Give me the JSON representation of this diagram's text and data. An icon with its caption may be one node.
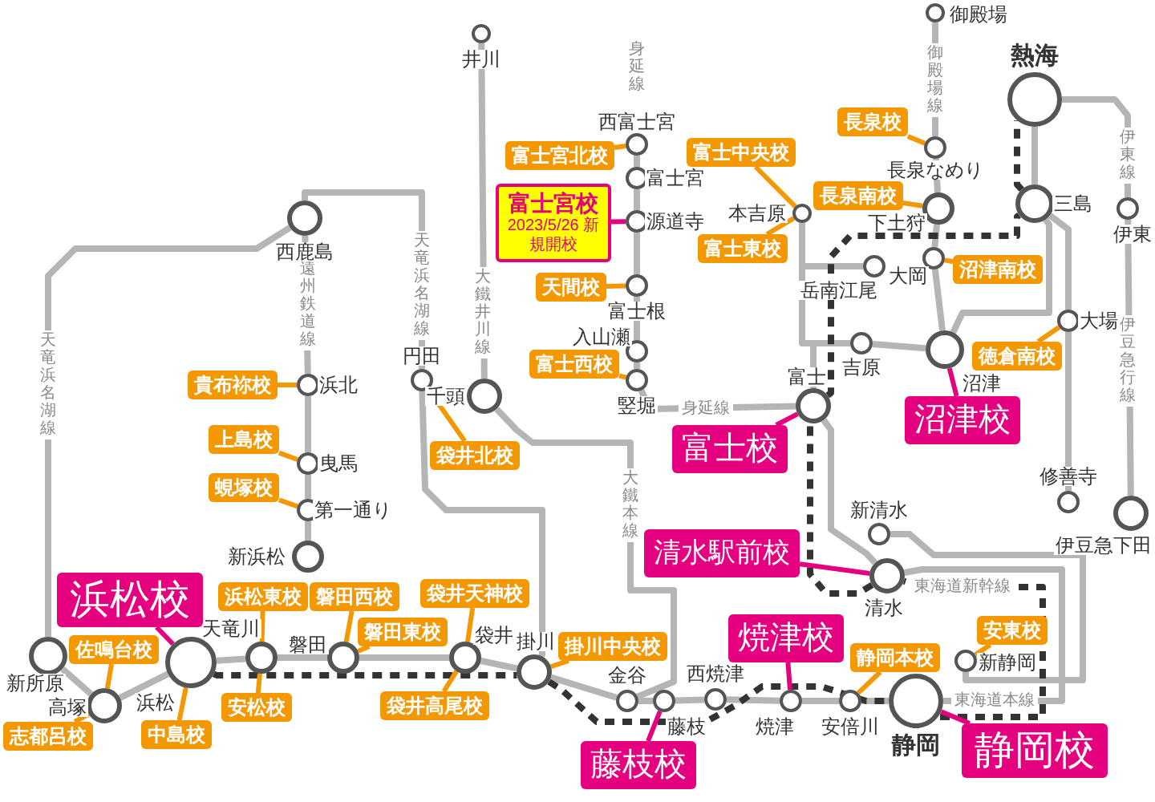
{
  "diagram": {
    "nodes": [
      {
        "text": [],
        "shape": "circle",
        "beside": [
          "井川"
        ]
      },
      {
        "text": [],
        "shape": "circle",
        "beside": [
          "西富士宮"
        ]
      },
      {
        "text": [],
        "shape": "circle",
        "beside": [
          "富士宮"
        ]
      },
      {
        "text": [],
        "shape": "circle",
        "beside": [
          "源道寺"
        ]
      },
      {
        "text": [],
        "shape": "circle",
        "beside": [
          "富士根"
        ]
      },
      {
        "text": [],
        "shape": "circle",
        "beside": [
          "入山瀬"
        ]
      },
      {
        "text": [],
        "shape": "circle",
        "beside": [
          "竪堀"
        ]
      },
      {
        "text": [],
        "shape": "circle",
        "beside": [
          "御殿場"
        ]
      },
      {
        "text": [],
        "shape": "circle",
        "beside": [
          "熱海"
        ]
      },
      {
        "text": [],
        "shape": "circle",
        "beside": [
          "長泉なめり"
        ]
      },
      {
        "text": [],
        "shape": "circle",
        "beside": [
          "本吉原"
        ]
      },
      {
        "text": [],
        "shape": "circle",
        "beside": [
          "下土狩"
        ]
      },
      {
        "text": [],
        "shape": "circle",
        "beside": [
          "三島"
        ]
      },
      {
        "text": [],
        "shape": "circle",
        "beside": [
          "伊東"
        ]
      },
      {
        "text": [],
        "shape": "circle",
        "beside": [
          "大岡"
        ]
      },
      {
        "text": [],
        "shape": "circle",
        "beside": [
          "岳南江尾"
        ]
      },
      {
        "text": [],
        "shape": "circle",
        "beside": [
          "西鹿島"
        ]
      },
      {
        "text": [],
        "shape": "circle",
        "beside": [
          "大場"
        ]
      },
      {
        "text": [],
        "shape": "circle",
        "beside": [
          "吉原"
        ]
      },
      {
        "text": [],
        "shape": "circle",
        "beside": [
          "沼津"
        ]
      },
      {
        "text": [],
        "shape": "circle",
        "beside": [
          "円田"
        ]
      },
      {
        "text": [],
        "shape": "circle",
        "beside": [
          "浜北"
        ]
      },
      {
        "text": [],
        "shape": "circle",
        "beside": [
          "千頭"
        ]
      },
      {
        "text": [],
        "shape": "circle",
        "beside": [
          "富士"
        ]
      },
      {
        "text": [],
        "shape": "circle",
        "beside": [
          "曳馬"
        ]
      },
      {
        "text": [],
        "shape": "circle",
        "beside": [
          "第一通り"
        ]
      },
      {
        "text": [],
        "shape": "circle",
        "beside": [
          "修善寺"
        ]
      },
      {
        "text": [],
        "shape": "circle",
        "beside": [
          "伊豆急下田"
        ]
      },
      {
        "text": [],
        "shape": "circle",
        "beside": [
          "新清水"
        ]
      },
      {
        "text": [],
        "shape": "circle",
        "beside": [
          "新浜松"
        ]
      },
      {
        "text": [],
        "shape": "circle",
        "beside": [
          "清水"
        ]
      },
      {
        "text": [],
        "shape": "circle",
        "beside": [
          "新所原"
        ]
      },
      {
        "text": [],
        "shape": "circle",
        "beside": [
          "天竜川"
        ]
      },
      {
        "text": [],
        "shape": "circle",
        "beside": [
          "磐田"
        ]
      },
      {
        "text": [],
        "shape": "circle",
        "beside": [
          "袋井"
        ]
      },
      {
        "text": [],
        "shape": "circle",
        "beside": [
          "浜松"
        ]
      },
      {
        "text": [],
        "shape": "circle",
        "beside": [
          "新静岡"
        ]
      },
      {
        "text": [],
        "shape": "circle",
        "beside": [
          "掛川"
        ]
      },
      {
        "text": [],
        "shape": "circle",
        "beside": [
          "金谷"
        ]
      },
      {
        "text": [],
        "shape": "circle",
        "beside": [
          "藤枝"
        ]
      },
      {
        "text": [],
        "shape": "circle",
        "beside": [
          "西焼津"
        ]
      },
      {
        "text": [],
        "shape": "circle",
        "beside": [
          "焼津"
        ]
      },
      {
        "text": [],
        "shape": "circle",
        "beside": [
          "安倍川"
        ]
      },
      {
        "text": [],
        "shape": "circle",
        "beside": [
          "静岡"
        ]
      },
      {
        "text": [],
        "shape": "circle",
        "beside": [
          "高塚"
        ]
      },
      {
        "text": [
          "富士宮北校"
        ]
      },
      {
        "text": [
          "富士宮校",
          "2023/5/26 新規開校"
        ]
      },
      {
        "text": [
          "富士中央校"
        ]
      },
      {
        "text": [
          "長泉校"
        ]
      },
      {
        "text": [
          "長泉南校"
        ]
      },
      {
        "text": [
          "富士東校"
        ]
      },
      {
        "text": [
          "沼津南校"
        ]
      },
      {
        "text": [
          "天間校"
        ]
      },
      {
        "text": [
          "徳倉南校"
        ]
      },
      {
        "text": [
          "富士西校"
        ]
      },
      {
        "text": [
          "貴布祢校"
        ]
      },
      {
        "text": [
          "沼津校"
        ]
      },
      {
        "text": [
          "富士校"
        ]
      },
      {
        "text": [
          "上島校"
        ]
      },
      {
        "text": [
          "袋井北校"
        ]
      },
      {
        "text": [
          "蜆塚校"
        ]
      },
      {
        "text": [
          "清水駅前校"
        ]
      },
      {
        "text": [
          "浜松校"
        ]
      },
      {
        "text": [
          "浜松東校"
        ]
      },
      {
        "text": [
          "磐田西校"
        ]
      },
      {
        "text": [
          "袋井天神校"
        ]
      },
      {
        "text": [
          "安東校"
        ]
      },
      {
        "text": [
          "磐田東校"
        ]
      },
      {
        "text": [
          "焼津校"
        ]
      },
      {
        "text": [
          "掛川中央校"
        ]
      },
      {
        "text": [
          "佐鳴台校"
        ]
      },
      {
        "text": [
          "静岡本校"
        ]
      },
      {
        "text": [
          "安松校"
        ]
      },
      {
        "text": [
          "袋井高尾校"
        ]
      },
      {
        "text": [
          "中島校"
        ]
      },
      {
        "text": [
          "志都呂校"
        ]
      },
      {
        "text": [
          "静岡校"
        ]
      },
      {
        "text": [
          "藤枝校"
        ]
      }
    ],
    "edges": [
      {
        "from": 45,
        "to": 1,
        "arrow": "none",
        "color": "#f39800"
      },
      {
        "from": 46,
        "to": 3,
        "arrow": "none",
        "color": "#e4007f"
      },
      {
        "from": 47,
        "to": 10,
        "arrow": "none",
        "color": "#f39800"
      },
      {
        "from": 48,
        "to": 9,
        "arrow": "none",
        "color": "#f39800"
      },
      {
        "from": 49,
        "to": 11,
        "arrow": "none",
        "color": "#f39800"
      },
      {
        "from": 50,
        "to": 10,
        "arrow": "none",
        "color": "#f39800"
      },
      {
        "from": 51,
        "to": 14,
        "arrow": "none",
        "color": "#f39800"
      },
      {
        "from": 52,
        "to": 4,
        "arrow": "none",
        "color": "#f39800"
      },
      {
        "from": 53,
        "to": 17,
        "arrow": "none",
        "color": "#f39800"
      },
      {
        "from": 54,
        "to": 6,
        "arrow": "none",
        "color": "#f39800"
      },
      {
        "from": 55,
        "to": 21,
        "arrow": "none",
        "color": "#f39800"
      },
      {
        "from": 56,
        "to": 19,
        "arrow": "none",
        "color": "#e4007f"
      },
      {
        "from": 57,
        "to": 23,
        "arrow": "none",
        "color": "#e4007f"
      },
      {
        "from": 58,
        "to": 24,
        "arrow": "none",
        "color": "#f39800"
      },
      {
        "from": 59,
        "to": 20,
        "arrow": "none",
        "color": "#f39800"
      },
      {
        "from": 60,
        "to": 25,
        "arrow": "none",
        "color": "#f39800"
      },
      {
        "from": 61,
        "to": 30,
        "arrow": "none",
        "color": "#e4007f"
      },
      {
        "from": 62,
        "to": 35,
        "arrow": "none",
        "color": "#e4007f"
      },
      {
        "from": 63,
        "to": 32,
        "arrow": "none",
        "color": "#f39800"
      },
      {
        "from": 64,
        "to": 33,
        "arrow": "none",
        "color": "#f39800"
      },
      {
        "from": 65,
        "to": 34,
        "arrow": "none",
        "color": "#f39800"
      },
      {
        "from": 66,
        "to": 36,
        "arrow": "none",
        "color": "#f39800"
      },
      {
        "from": 67,
        "to": 33,
        "arrow": "none",
        "color": "#f39800"
      },
      {
        "from": 68,
        "to": 41,
        "arrow": "none",
        "color": "#e4007f"
      },
      {
        "from": 69,
        "to": 37,
        "arrow": "none",
        "color": "#f39800"
      },
      {
        "from": 70,
        "to": 44,
        "arrow": "none",
        "color": "#f39800"
      },
      {
        "from": 71,
        "to": 42,
        "arrow": "none",
        "color": "#f39800"
      },
      {
        "from": 72,
        "to": 32,
        "arrow": "none",
        "color": "#f39800"
      },
      {
        "from": 73,
        "to": 34,
        "arrow": "none",
        "color": "#f39800"
      },
      {
        "from": 74,
        "to": 35,
        "arrow": "none",
        "color": "#f39800"
      },
      {
        "from": 75,
        "to": 44,
        "arrow": "none",
        "color": "#f39800"
      },
      {
        "from": 76,
        "to": 43,
        "arrow": "none",
        "color": "#e4007f"
      },
      {
        "from": 77,
        "to": 39,
        "arrow": "none",
        "color": "#e4007f"
      },
      {
        "from": 0,
        "to": 22,
        "arrow": "none"
      },
      {
        "from": 22,
        "to": 38,
        "arrow": "none"
      },
      {
        "from": 31,
        "to": 16,
        "arrow": "none"
      },
      {
        "from": 16,
        "to": 20,
        "arrow": "none"
      },
      {
        "from": 20,
        "to": 37,
        "arrow": "none"
      },
      {
        "from": 16,
        "to": 21,
        "arrow": "none"
      },
      {
        "from": 21,
        "to": 24,
        "arrow": "none"
      },
      {
        "from": 24,
        "to": 25,
        "arrow": "none"
      },
      {
        "from": 25,
        "to": 29,
        "arrow": "none"
      },
      {
        "from": 31,
        "to": 44,
        "arrow": "none"
      },
      {
        "from": 44,
        "to": 35,
        "arrow": "none"
      },
      {
        "from": 35,
        "to": 32,
        "arrow": "none"
      },
      {
        "from": 32,
        "to": 33,
        "arrow": "none"
      },
      {
        "from": 33,
        "to": 34,
        "arrow": "none"
      },
      {
        "from": 34,
        "to": 37,
        "arrow": "none"
      },
      {
        "from": 37,
        "to": 38,
        "arrow": "none"
      },
      {
        "from": 38,
        "to": 39,
        "arrow": "none"
      },
      {
        "from": 39,
        "to": 40,
        "arrow": "none"
      },
      {
        "from": 40,
        "to": 41,
        "arrow": "none"
      },
      {
        "from": 41,
        "to": 42,
        "arrow": "none"
      },
      {
        "from": 42,
        "to": 43,
        "arrow": "none"
      },
      {
        "from": 43,
        "to": 30,
        "arrow": "none"
      },
      {
        "from": 30,
        "to": 23,
        "arrow": "none"
      },
      {
        "from": 23,
        "to": 18,
        "arrow": "none"
      },
      {
        "from": 18,
        "to": 19,
        "arrow": "none"
      },
      {
        "from": 19,
        "to": 12,
        "arrow": "none"
      },
      {
        "from": 12,
        "to": 8,
        "arrow": "none"
      },
      {
        "from": 8,
        "to": 13,
        "arrow": "none"
      },
      {
        "from": 13,
        "to": 27,
        "arrow": "none"
      },
      {
        "from": 12,
        "to": 17,
        "arrow": "none"
      },
      {
        "from": 17,
        "to": 26,
        "arrow": "none"
      },
      {
        "from": 7,
        "to": 9,
        "arrow": "none"
      },
      {
        "from": 9,
        "to": 11,
        "arrow": "none"
      },
      {
        "from": 11,
        "to": 14,
        "arrow": "none"
      },
      {
        "from": 14,
        "to": 19,
        "arrow": "none"
      },
      {
        "from": 18,
        "to": 10,
        "arrow": "none"
      },
      {
        "from": 10,
        "to": 15,
        "arrow": "none"
      },
      {
        "from": 23,
        "to": 6,
        "arrow": "none"
      },
      {
        "from": 6,
        "to": 5,
        "arrow": "none"
      },
      {
        "from": 5,
        "to": 4,
        "arrow": "none"
      },
      {
        "from": 4,
        "to": 3,
        "arrow": "none"
      },
      {
        "from": 3,
        "to": 2,
        "arrow": "none"
      },
      {
        "from": 2,
        "to": 1,
        "arrow": "none"
      },
      {
        "from": 28,
        "to": 36,
        "arrow": "none"
      },
      {
        "from": 23,
        "to": 12,
        "arrow": "none",
        "style": "dashed",
        "color": "#333333"
      },
      {
        "from": 12,
        "to": 8,
        "arrow": "none",
        "style": "dashed",
        "color": "#333333"
      },
      {
        "from": 43,
        "to": 30,
        "arrow": "none",
        "style": "dashed",
        "color": "#333333"
      },
      {
        "from": 30,
        "to": 23,
        "arrow": "none",
        "style": "dashed",
        "color": "#333333"
      },
      {
        "from": 35,
        "to": 37,
        "arrow": "none",
        "style": "dashed",
        "color": "#333333"
      },
      {
        "from": 37,
        "to": 43,
        "arrow": "none",
        "style": "dashed",
        "color": "#333333"
      }
    ],
    "labels": [
      "身延線",
      "御殿場線",
      "伊東線",
      "天竜浜名湖線",
      "遠州鉄道線",
      "大鐵井川線",
      "伊豆急行線",
      "天竜浜名湖線",
      "身延線",
      "大鐵本線",
      "東海道新幹線",
      "東海道本線"
    ]
  }
}
